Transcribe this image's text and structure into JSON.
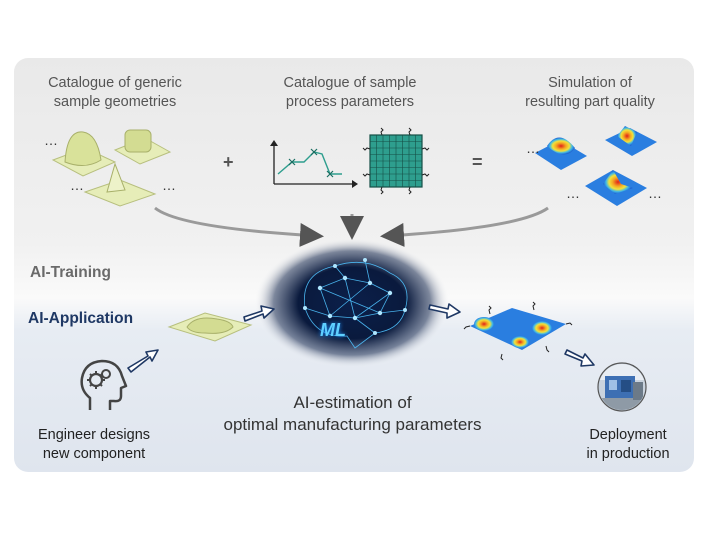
{
  "catalogue_geometries": {
    "line1": "Catalogue of generic",
    "line2": "sample geometries"
  },
  "catalogue_process": {
    "line1": "Catalogue of sample",
    "line2": "process parameters"
  },
  "simulation": {
    "line1": "Simulation of",
    "line2": "resulting part quality"
  },
  "operators": {
    "plus": "+",
    "equals": "="
  },
  "ellipsis": "…",
  "sections": {
    "training": "AI-Training",
    "application": "AI-Application"
  },
  "ml_label": "ML",
  "estimation": {
    "line1": "AI-estimation of",
    "line2": "optimal manufacturing parameters"
  },
  "engineer": {
    "line1": "Engineer designs",
    "line2": "new component"
  },
  "deployment": {
    "line1": "Deployment",
    "line2": "in production"
  },
  "colors": {
    "training_text": "#6a6a6a",
    "application_text": "#1f3864",
    "arrow_outline": "#1f3864",
    "mesh_teal": "#2e9e8e",
    "brain_glow": "#4fc3ff"
  }
}
